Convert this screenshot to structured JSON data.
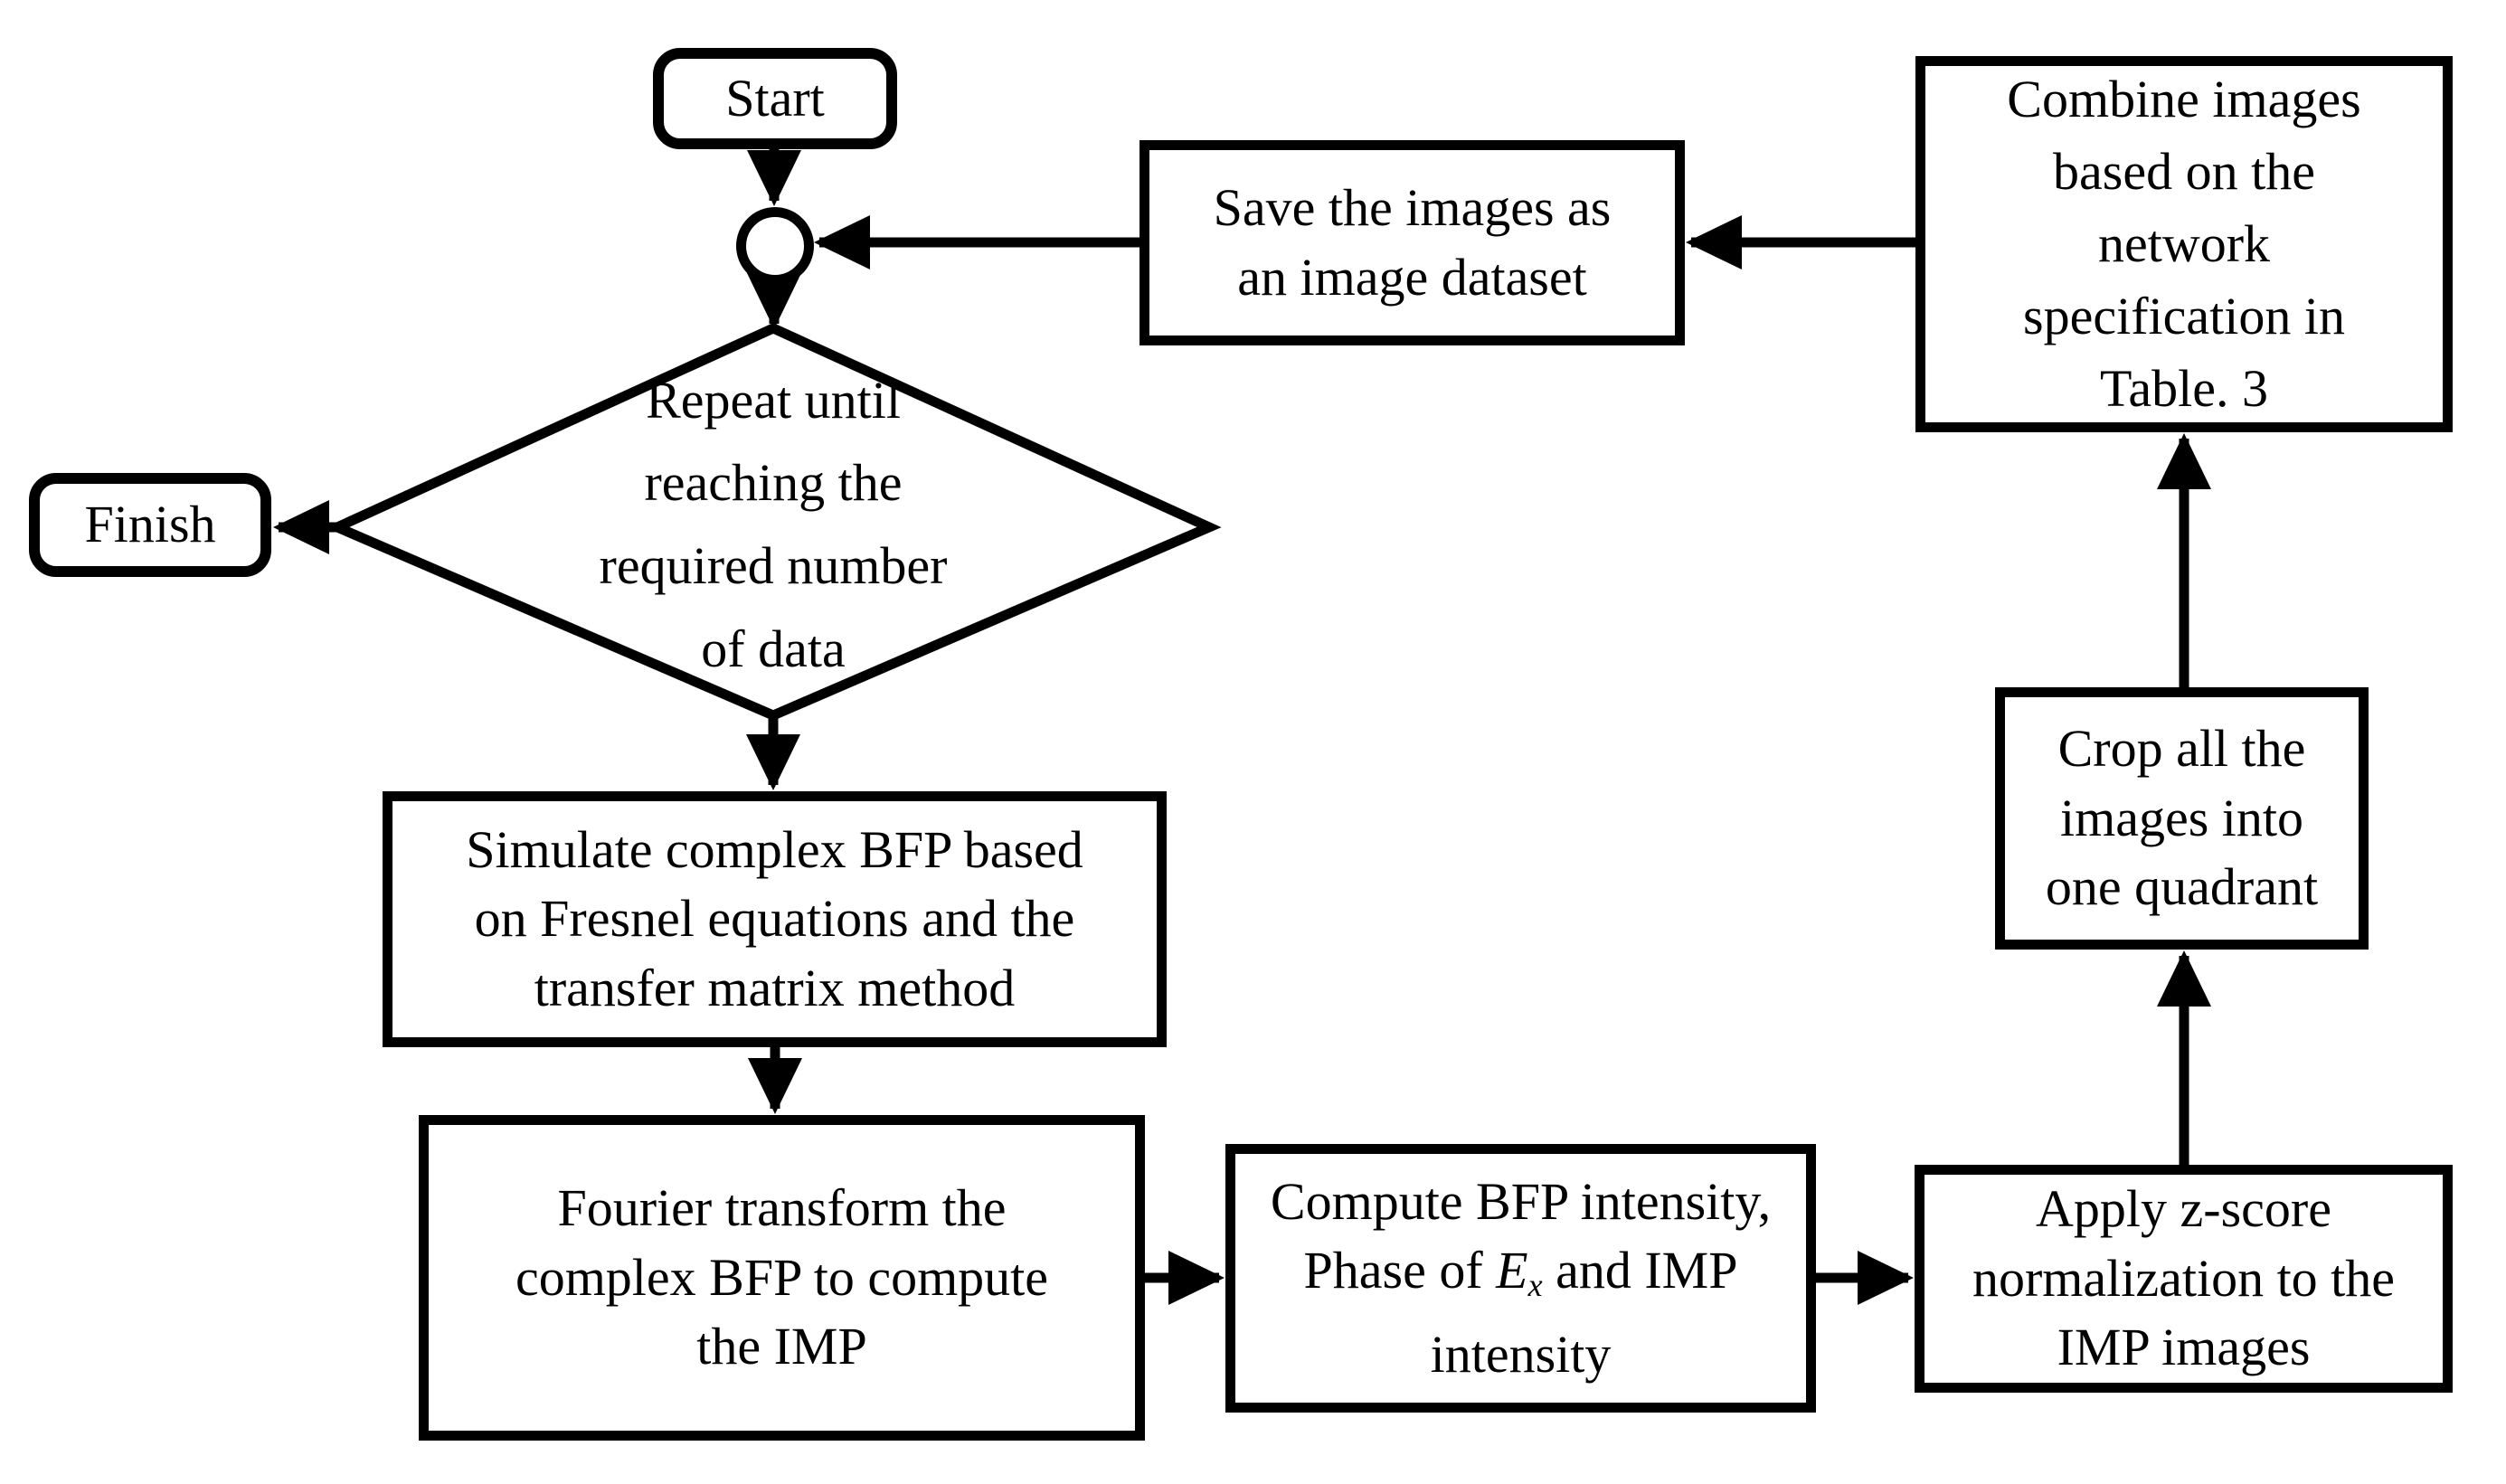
{
  "figure": {
    "type": "flowchart",
    "background": "#ffffff",
    "stroke_color": "#000000",
    "nodes": {
      "start": {
        "shape": "rounded-rect",
        "label": "Start"
      },
      "finish": {
        "shape": "rounded-rect",
        "label": "Finish"
      },
      "loop_connector": {
        "shape": "circle",
        "label": ""
      },
      "save": {
        "shape": "rect",
        "lines": [
          "Save the images as",
          "an image dataset"
        ]
      },
      "combine": {
        "shape": "rect",
        "lines": [
          "Combine images",
          "based on the",
          "network",
          "specification in",
          "Table. 3"
        ]
      },
      "repeat_decision": {
        "shape": "diamond",
        "lines": [
          "Repeat until",
          "reaching the",
          "required number",
          "of data"
        ]
      },
      "simulate": {
        "shape": "rect",
        "lines": [
          "Simulate complex BFP based",
          "on Fresnel equations and the",
          "transfer matrix method"
        ]
      },
      "fourier": {
        "shape": "rect",
        "lines": [
          "Fourier transform the",
          "complex BFP to compute",
          "the IMP"
        ]
      },
      "compute": {
        "shape": "rect",
        "line1": "Compute BFP intensity,",
        "line2_parts": [
          "Phase of ",
          "E",
          "x",
          " and IMP"
        ],
        "line3": "intensity"
      },
      "apply": {
        "shape": "rect",
        "lines": [
          "Apply z-score",
          "normalization to the",
          "IMP images"
        ]
      },
      "cropq": {
        "shape": "rect",
        "lines": [
          "Crop all the",
          "images into",
          "one quadrant"
        ]
      }
    },
    "edges": [
      {
        "from": "start",
        "to": "loop_connector",
        "direction": "down"
      },
      {
        "from": "save",
        "to": "loop_connector",
        "direction": "left"
      },
      {
        "from": "combine",
        "to": "save",
        "direction": "left"
      },
      {
        "from": "loop_connector",
        "to": "repeat_decision",
        "direction": "down"
      },
      {
        "from": "repeat_decision",
        "to": "finish",
        "direction": "left"
      },
      {
        "from": "repeat_decision",
        "to": "simulate",
        "direction": "down"
      },
      {
        "from": "simulate",
        "to": "fourier",
        "direction": "down"
      },
      {
        "from": "fourier",
        "to": "compute",
        "direction": "right"
      },
      {
        "from": "compute",
        "to": "apply",
        "direction": "right"
      },
      {
        "from": "apply",
        "to": "cropq",
        "direction": "up"
      },
      {
        "from": "cropq",
        "to": "combine",
        "direction": "up"
      }
    ]
  }
}
